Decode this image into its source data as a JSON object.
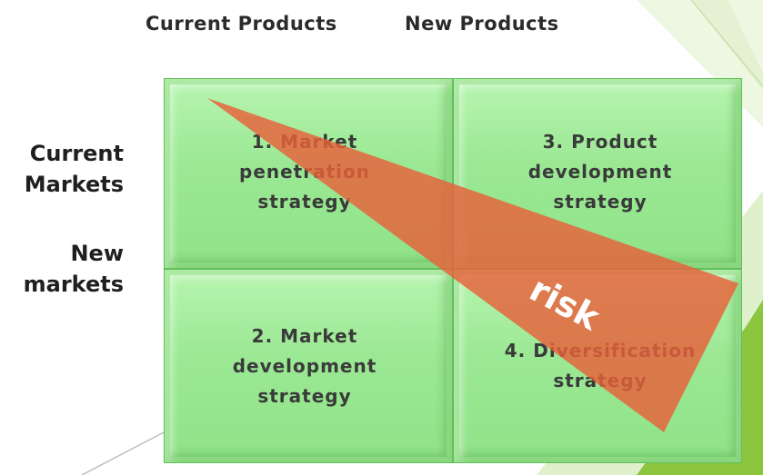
{
  "columns": {
    "current_products": "Current Products",
    "new_products": "New Products"
  },
  "rows": {
    "current_markets": [
      "Current",
      "Markets"
    ],
    "new_markets": [
      "New",
      "markets"
    ]
  },
  "cells": {
    "market_penetration": [
      "1. Market",
      "penetration",
      "strategy"
    ],
    "product_development": [
      "3. Product",
      "development",
      "strategy"
    ],
    "market_development": [
      "2. Market",
      "development",
      "strategy"
    ],
    "diversification": [
      "4. Diversification",
      "strategy"
    ]
  },
  "risk_label": "risk",
  "colors": {
    "cell_green": "#9be894",
    "risk_red": "#e8603a",
    "deco_green": "#8cc63f"
  }
}
